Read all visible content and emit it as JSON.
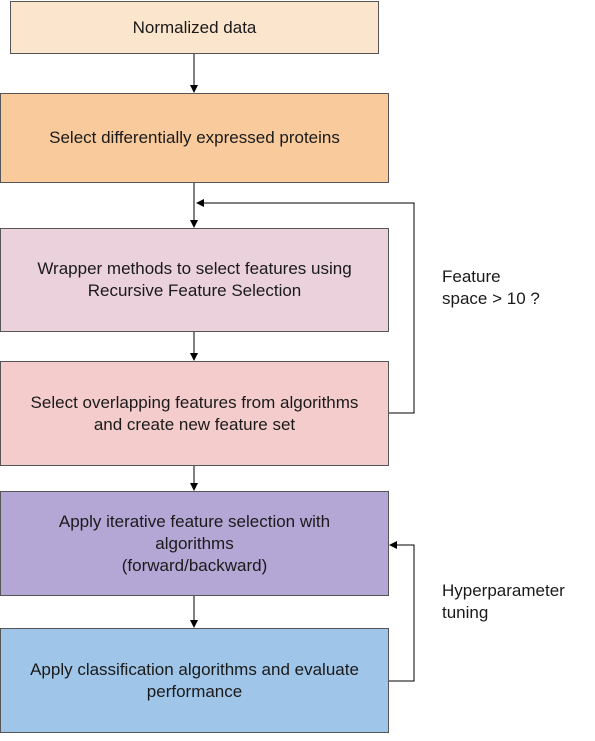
{
  "boxes": {
    "normalized": {
      "lines": [
        "Normalized data"
      ]
    },
    "select_dep": {
      "lines": [
        "Select differentially expressed proteins"
      ]
    },
    "wrapper": {
      "lines": [
        "Wrapper methods to select features using",
        "Recursive Feature Selection"
      ]
    },
    "overlap": {
      "lines": [
        "Select overlapping features from algorithms",
        "and create new feature set"
      ]
    },
    "iterative": {
      "lines": [
        "Apply iterative feature selection with",
        "algorithms",
        "(forward/backward)"
      ]
    },
    "classify": {
      "lines": [
        "Apply classification algorithms and evaluate",
        "performance"
      ]
    }
  },
  "notes": {
    "feature_space": {
      "lines": [
        "Feature",
        "space > 10 ?"
      ]
    },
    "hyperparameter": {
      "lines": [
        "Hyperparameter",
        "tuning"
      ]
    }
  },
  "colors": {
    "normalized": "#fce5cd",
    "select_dep": "#f9cb9c",
    "wrapper": "#ead1dc",
    "overlap": "#f4cccc",
    "iterative": "#b4a7d6",
    "classify": "#9fc5e8",
    "arrow": "#000000"
  }
}
